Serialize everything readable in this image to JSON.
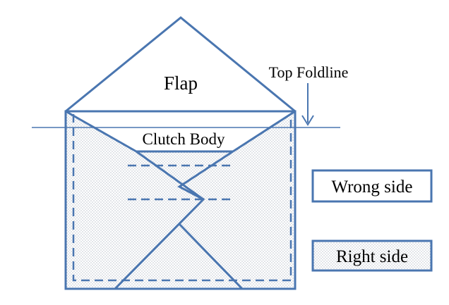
{
  "diagram": {
    "flap_label": "Flap",
    "foldline_label": "Top Foldline",
    "body_label": "Clutch Body",
    "legend": {
      "wrong_side": "Wrong side",
      "right_side": "Right side"
    }
  },
  "colors": {
    "outline": "#4a76b0",
    "foldline": "#4a76b0",
    "arrow": "#4a76b0",
    "dot_fill": "#9aa4b4",
    "text": "#000000"
  }
}
